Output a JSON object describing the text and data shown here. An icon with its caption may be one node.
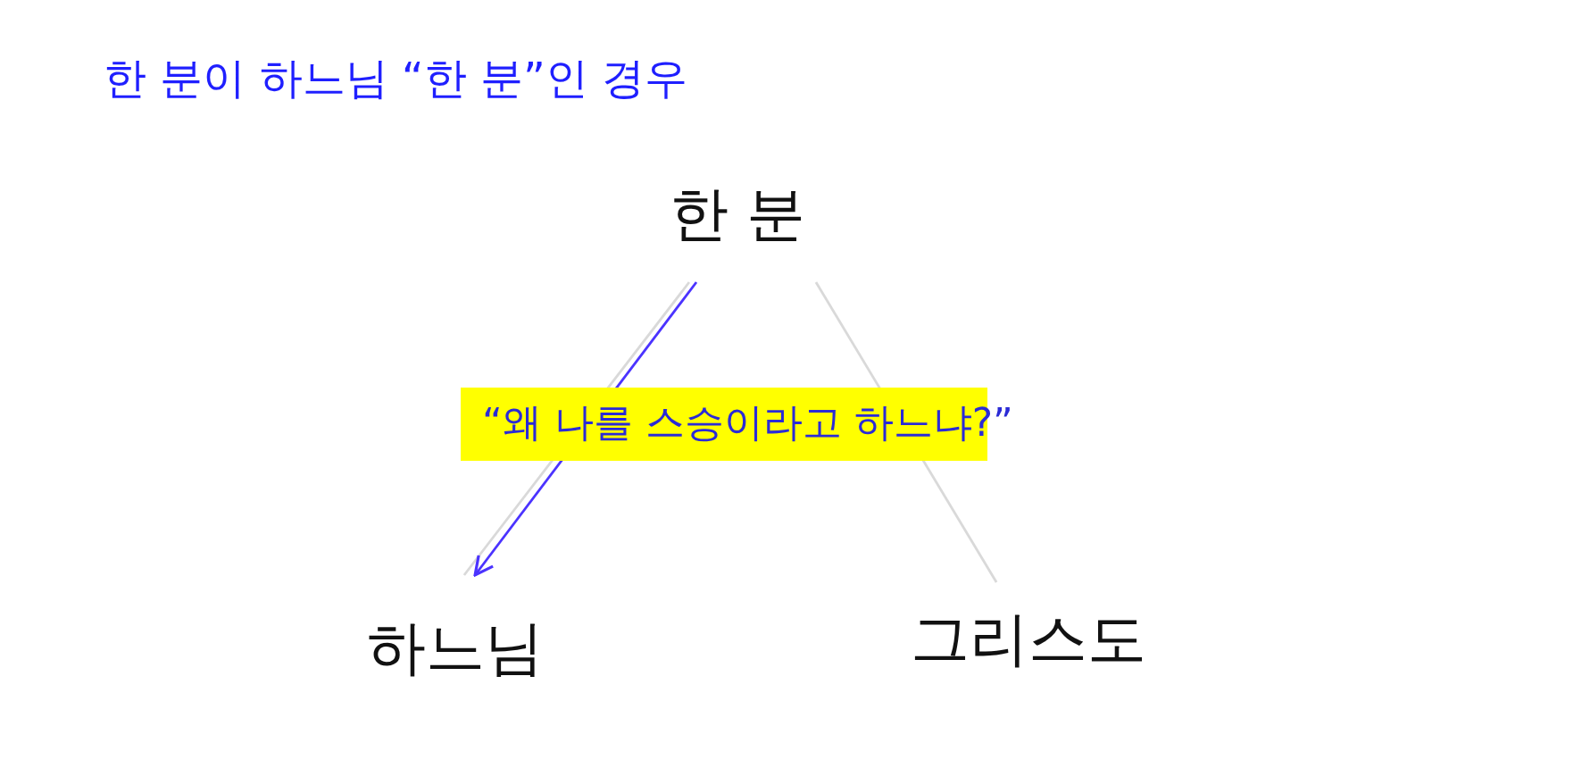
{
  "diagram": {
    "title": "한 분이 하느님 “한 분”인 경우",
    "nodes": [
      {
        "text": [
          "한 분"
        ]
      },
      {
        "text": [
          "하느님"
        ]
      },
      {
        "text": [
          "그리스도"
        ]
      }
    ],
    "edges": [
      {
        "from": 0,
        "to": 1,
        "arrow": "none"
      },
      {
        "from": 0,
        "to": 2,
        "arrow": "none"
      },
      {
        "from": 0,
        "to": 1,
        "arrow": "to",
        "color": "#4b33ff"
      }
    ],
    "labels": [
      "“왜 나를 스승이라고 하느냐?”"
    ]
  }
}
